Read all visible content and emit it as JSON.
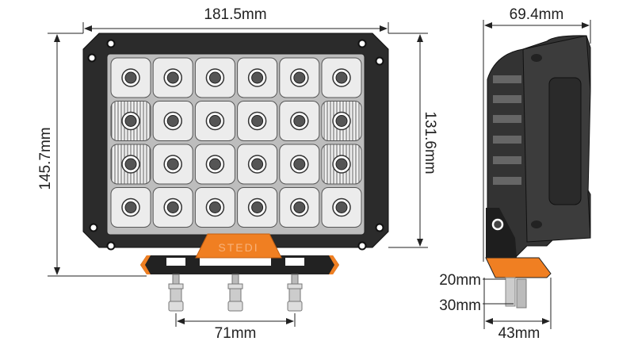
{
  "dimensions": {
    "front_width": "181.5mm",
    "front_height_total": "145.7mm",
    "front_height_housing": "131.6mm",
    "bolt_spacing": "71mm",
    "side_depth": "69.4mm",
    "bracket_offset_min": "20mm",
    "bracket_offset_max": "30mm",
    "bracket_depth": "43mm"
  },
  "logo": "STEDI",
  "led_grid": {
    "columns": 6,
    "rows": 4,
    "spot_cells": [
      [
        1,
        0
      ],
      [
        2,
        0
      ],
      [
        1,
        5
      ],
      [
        2,
        5
      ]
    ]
  },
  "colors": {
    "housing": "#2b2b2b",
    "lens": "#e6e6e6",
    "accent": "#f07f22",
    "line": "#222222"
  }
}
